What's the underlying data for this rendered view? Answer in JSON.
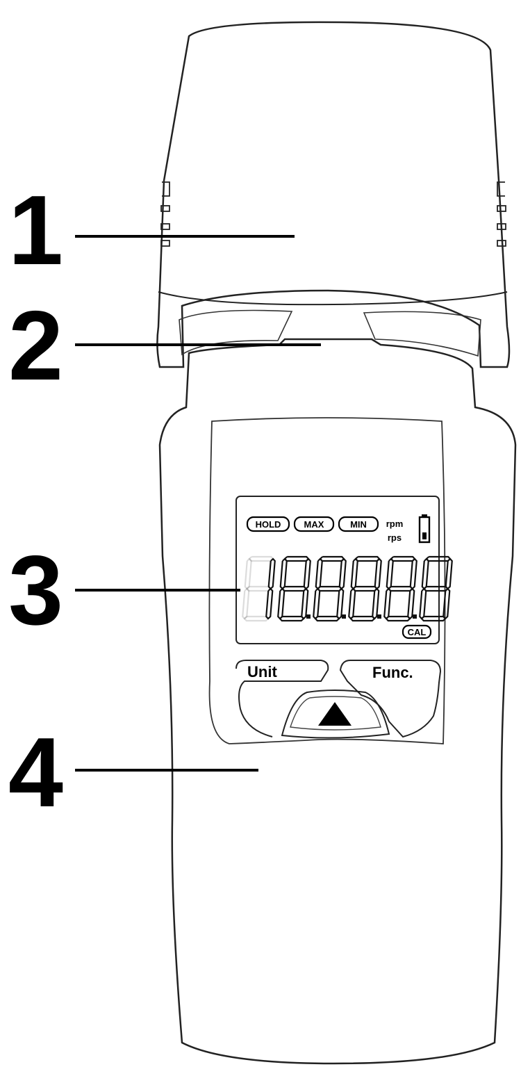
{
  "callouts": [
    "1",
    "2",
    "3",
    "4"
  ],
  "display": {
    "indicators": [
      "HOLD",
      "MAX",
      "MIN"
    ],
    "units": [
      "rpm",
      "rps"
    ],
    "status": "CAL",
    "digits": "18.8.8.8.8"
  },
  "buttons": {
    "unit": "Unit",
    "func": "Func.",
    "up_icon": "triangle-up-icon"
  },
  "icons": {
    "battery": "battery-icon"
  }
}
